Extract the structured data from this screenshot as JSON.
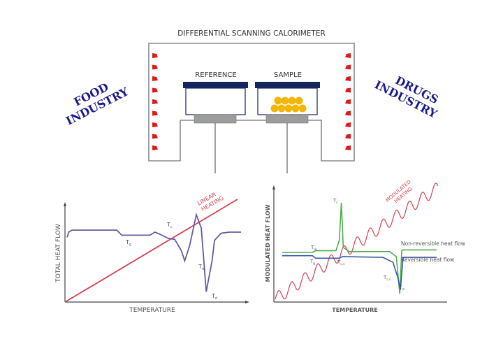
{
  "title": "DIFFERENTIAL SCANNING CALORIMETER",
  "pans": {
    "reference": "REFERENCE",
    "sample": "SAMPLE"
  },
  "side_labels": {
    "left": [
      "FOOD",
      "INDUSTRY"
    ],
    "right": [
      "DRUGS",
      "INDUSTRY"
    ]
  },
  "colors": {
    "outline": "#8a8a8a",
    "lid": "#13265e",
    "sensor": "#9c9c9c",
    "heater": "#e01818",
    "sample": "#f2b705",
    "industry_text": "#1a1a8c",
    "total_curve": "#6a5a9e",
    "heating": "#d94050",
    "nonrev": "#4cae4c",
    "rev": "#3a5aa8"
  },
  "chart_data": [
    {
      "type": "line",
      "title": "",
      "xlabel": "TEMPERATURE",
      "ylabel": "TOTAL HEAT FLOW",
      "grid": false,
      "annotation": "LINEAR HEATING",
      "series": [
        {
          "name": "Total heat flow",
          "x": [
            0,
            2,
            6,
            60,
            66,
            100,
            106,
            112,
            122,
            130,
            138,
            142,
            148,
            156,
            162,
            168,
            175,
            178,
            186,
            196,
            210
          ],
          "y": [
            0.63,
            0.68,
            0.7,
            0.7,
            0.65,
            0.65,
            0.68,
            0.66,
            0.62,
            0.61,
            0.5,
            0.4,
            0.55,
            0.85,
            0.72,
            0.1,
            0.4,
            0.6,
            0.67,
            0.68,
            0.68
          ]
        },
        {
          "name": "Linear heating",
          "x": [
            0,
            210
          ],
          "y": [
            0,
            1.0
          ]
        }
      ],
      "point_labels": [
        "Tg",
        "Tc",
        "Tm",
        "Td"
      ]
    },
    {
      "type": "line",
      "title": "",
      "xlabel": "TEMPERATURE",
      "ylabel": "MODULATED HEAT FLOW",
      "grid": false,
      "annotation": "MODULATED HEATING",
      "legend": [
        "Non-reversible heat flow",
        "Reversible heat flow"
      ],
      "series": [
        {
          "name": "Non-reversible heat flow",
          "x": [
            0,
            45,
            50,
            80,
            85,
            88,
            91,
            100,
            160,
            170,
            175,
            178,
            180,
            230
          ],
          "y": [
            0.6,
            0.6,
            0.62,
            0.62,
            0.75,
            1.2,
            0.66,
            0.61,
            0.61,
            0.55,
            0.1,
            0.62,
            0.63,
            0.63
          ]
        },
        {
          "name": "Reversible heat flow",
          "x": [
            0,
            45,
            50,
            85,
            90,
            150,
            165,
            172,
            176,
            180,
            230
          ],
          "y": [
            0.56,
            0.56,
            0.53,
            0.53,
            0.55,
            0.54,
            0.48,
            0.3,
            0.15,
            0.54,
            0.54
          ]
        }
      ],
      "point_labels": [
        "Tc",
        "Tm",
        "Tg",
        "Tc,s",
        "Tc,s",
        "Tm"
      ]
    }
  ]
}
